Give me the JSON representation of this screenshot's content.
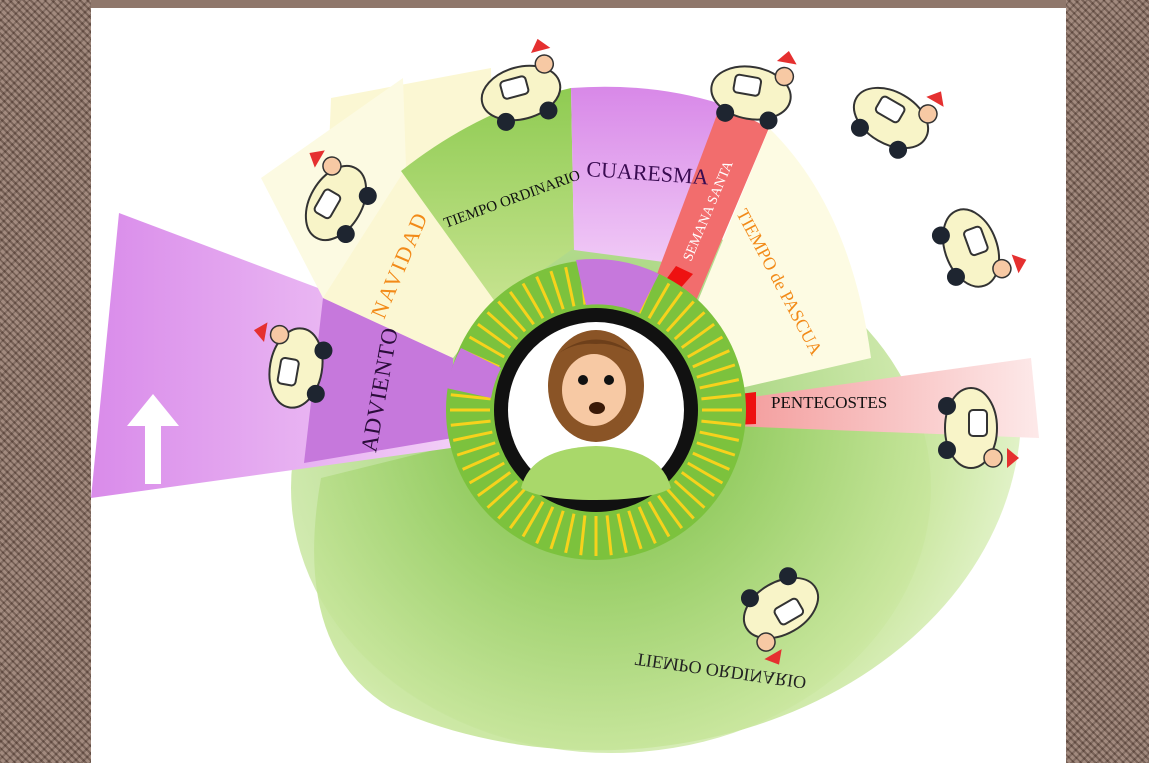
{
  "seasons": {
    "adviento": "ADVIENTO",
    "navidad": "NAVIDAD",
    "tiempo_ordinario_1": "TIEMPO ORDINARIO",
    "cuaresma": "CUARESMA",
    "semana_santa": "SEMANA SANTA",
    "tiempo_pascua": "TIEMPO de PASCUA",
    "pentecostes": "PENTECOSTES",
    "tiempo_ordinario_2": "TIEMPO ORDINARIO"
  },
  "colors": {
    "purple": "#d27fe6",
    "light_purple": "#ecbdf5",
    "cream": "#fbf8d6",
    "green": "#93cc59",
    "light_green": "#dcefb6",
    "red": "#ee1111",
    "pink": "#f5a7a7",
    "orange_text": "#f28a18",
    "yellow_ray": "#f7d21c",
    "hair": "#8a5426",
    "skin": "#f7c9a4"
  },
  "icons": [
    "up-arrow-icon",
    "jesus-face-icon",
    "car-character-icon"
  ]
}
